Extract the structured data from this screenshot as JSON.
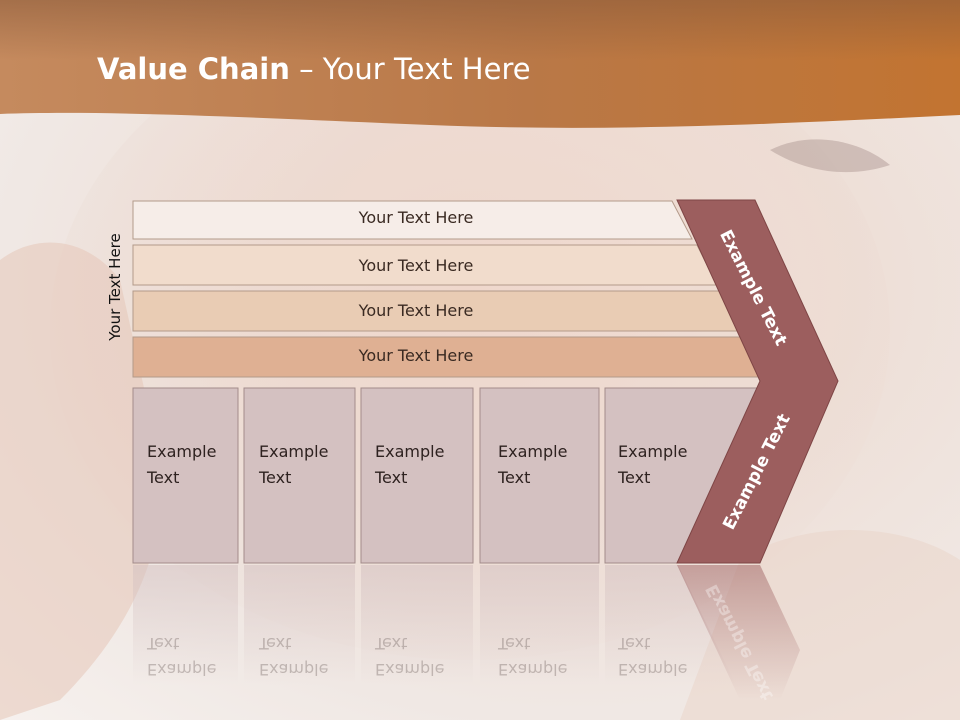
{
  "slide": {
    "title_bold": "Value Chain",
    "title_rest": " – Your Text Here",
    "vertical_label": "Your Text Here"
  },
  "rows": [
    {
      "label": "Your Text Here"
    },
    {
      "label": "Your Text Here"
    },
    {
      "label": "Your Text Here"
    },
    {
      "label": "Your Text Here"
    }
  ],
  "columns": [
    {
      "line1": "Example",
      "line2": "Text"
    },
    {
      "line1": "Example",
      "line2": "Text"
    },
    {
      "line1": "Example",
      "line2": "Text"
    },
    {
      "line1": "Example",
      "line2": "Text"
    },
    {
      "line1": "Example",
      "line2": "Text"
    }
  ],
  "arrow": {
    "upper_label": "Example Text",
    "lower_label": "Example Text"
  },
  "colors": {
    "header": "#b8703e",
    "row1": "#f6ede8",
    "row2": "#f1dccc",
    "row3": "#e9ccb4",
    "row4": "#dfb093",
    "column": "#d4c1c1",
    "arrow": "#9c5e5e"
  }
}
